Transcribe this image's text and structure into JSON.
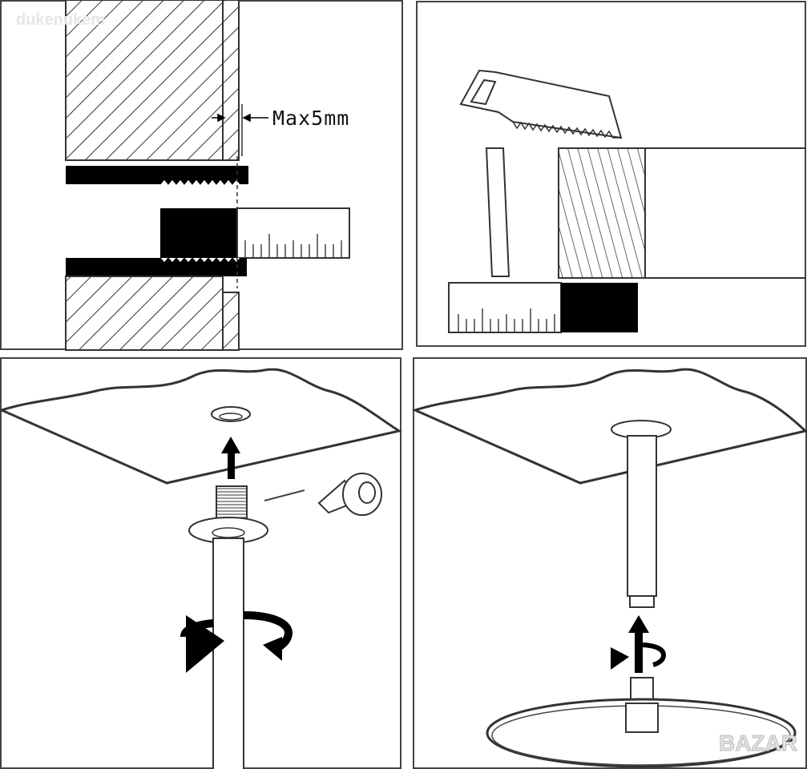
{
  "panels": [
    {
      "id": "measure-wall-gap",
      "label": "Max5mm"
    },
    {
      "id": "cut-pipe"
    },
    {
      "id": "screw-pipe-to-ceiling"
    },
    {
      "id": "attach-shower-head"
    }
  ],
  "watermarks": {
    "top_left": "dukenukem",
    "bottom_right": "BAZAR"
  }
}
